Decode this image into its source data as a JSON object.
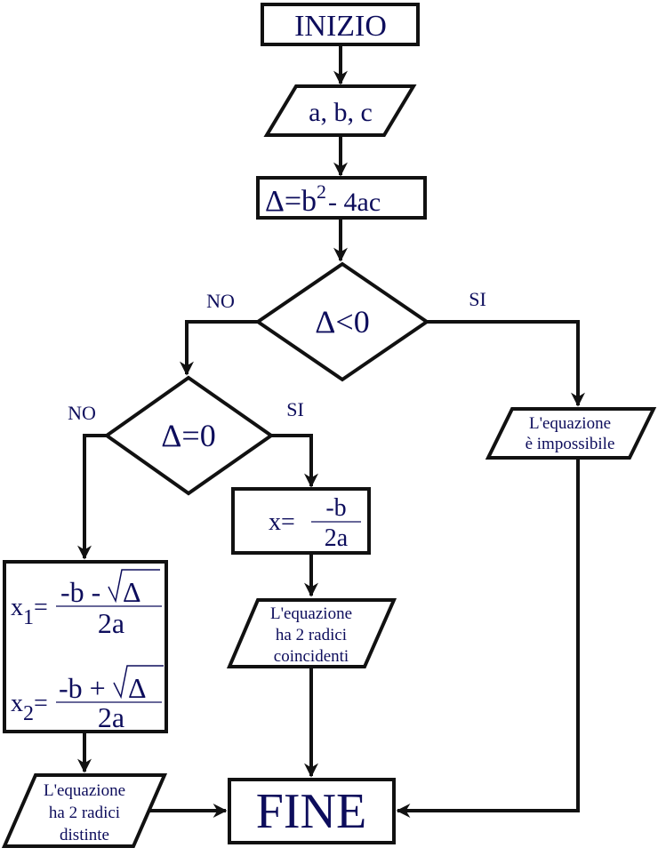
{
  "nodes": {
    "start": "INIZIO",
    "input": "a, b, c",
    "discriminant": {
      "lhs": "Δ=b",
      "exp": "2",
      "rhs": "- 4ac"
    },
    "decision1": "Δ<0",
    "decision2": "Δ=0",
    "single_root": {
      "lhs": "x=",
      "num": "-b",
      "den": "2a"
    },
    "two_roots": {
      "x1_var": "x",
      "x1_sub": "1",
      "x1_eq": "=",
      "x1_num": "-b -",
      "x1_root": "Δ",
      "x1_den": "2a",
      "x2_var": "x",
      "x2_sub": "2",
      "x2_eq": "=",
      "x2_num": "-b +",
      "x2_root": "Δ",
      "x2_den": "2a"
    },
    "out_impossible": [
      "L'equazione",
      "è impossibile"
    ],
    "out_coincident": [
      "L'equazione",
      "ha 2 radici",
      "coincidenti"
    ],
    "out_distinct": [
      "L'equazione",
      "ha 2 radici",
      "distinte"
    ],
    "end": "FINE"
  },
  "labels": {
    "d1_no": "NO",
    "d1_si": "SI",
    "d2_no": "NO",
    "d2_si": "SI"
  },
  "colors": {
    "text": "#0d0d5c",
    "lines": "#111111"
  }
}
